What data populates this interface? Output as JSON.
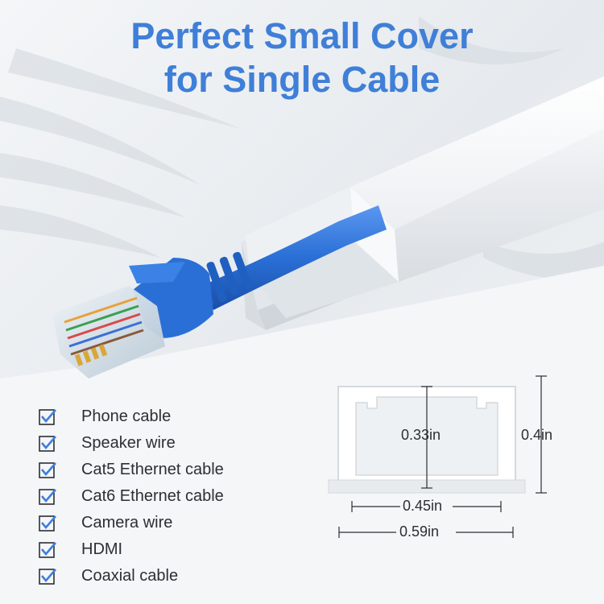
{
  "headline": {
    "line1": "Perfect Small Cover",
    "line2": "for Single Cable"
  },
  "checklist": [
    {
      "label": "Phone cable",
      "checked": true
    },
    {
      "label": "Speaker wire",
      "checked": true
    },
    {
      "label": "Cat5 Ethernet cable",
      "checked": true
    },
    {
      "label": "Cat6 Ethernet cable",
      "checked": true
    },
    {
      "label": "Camera wire",
      "checked": true
    },
    {
      "label": "HDMI",
      "checked": true
    },
    {
      "label": "Coaxial cable",
      "checked": true
    }
  ],
  "dimensions": {
    "inner_height": "0.33in",
    "outer_height": "0.4in",
    "inner_width": "0.45in",
    "outer_width": "0.59in"
  },
  "colors": {
    "headline": "#3f7fd8",
    "cable": "#2a6fd6",
    "checkmark": "#3f7fd8"
  }
}
